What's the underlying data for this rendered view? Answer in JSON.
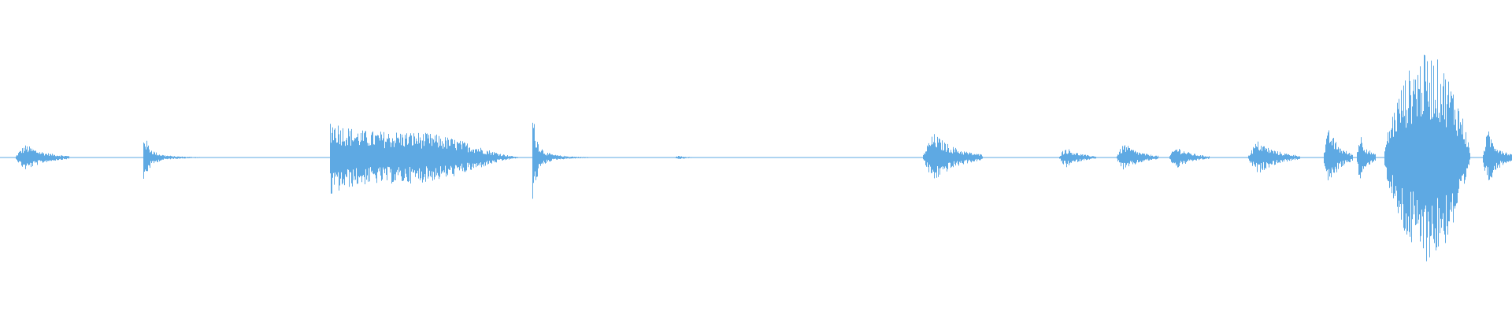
{
  "waveform": {
    "color": "#5ea9e3",
    "baseline_color": "#5ea9e3",
    "segments": [
      {
        "start": 0.01,
        "end": 0.046,
        "peak": 0.14,
        "shape": "burst"
      },
      {
        "start": 0.095,
        "end": 0.15,
        "peak": 0.17,
        "shape": "click"
      },
      {
        "start": 0.218,
        "end": 0.35,
        "peak": 0.26,
        "shape": "phrase"
      },
      {
        "start": 0.352,
        "end": 0.395,
        "peak": 0.3,
        "shape": "click"
      },
      {
        "start": 0.446,
        "end": 0.462,
        "peak": 0.02,
        "shape": "burst"
      },
      {
        "start": 0.61,
        "end": 0.65,
        "peak": 0.26,
        "shape": "burst"
      },
      {
        "start": 0.7,
        "end": 0.725,
        "peak": 0.11,
        "shape": "burst"
      },
      {
        "start": 0.738,
        "end": 0.766,
        "peak": 0.15,
        "shape": "burst"
      },
      {
        "start": 0.773,
        "end": 0.8,
        "peak": 0.12,
        "shape": "burst"
      },
      {
        "start": 0.825,
        "end": 0.86,
        "peak": 0.18,
        "shape": "burst"
      },
      {
        "start": 0.875,
        "end": 0.895,
        "peak": 0.31,
        "shape": "burst"
      },
      {
        "start": 0.897,
        "end": 0.91,
        "peak": 0.27,
        "shape": "burst"
      },
      {
        "start": 0.915,
        "end": 0.975,
        "peak": 0.66,
        "shape": "swell"
      },
      {
        "start": 0.98,
        "end": 1.0,
        "peak": 0.29,
        "shape": "burst"
      }
    ]
  }
}
